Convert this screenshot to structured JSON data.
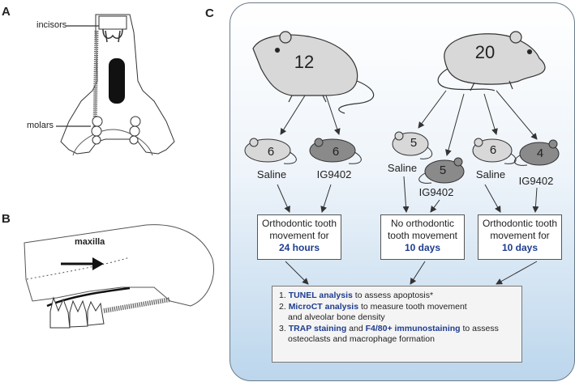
{
  "panels": {
    "a": "A",
    "b": "B",
    "c": "C"
  },
  "panel_a": {
    "incisors": "incisors",
    "molars": "molars"
  },
  "panel_b": {
    "maxilla": "maxilla"
  },
  "panel_c": {
    "parent_left": "12",
    "parent_right": "20",
    "groups": [
      {
        "count": "6",
        "label": "Saline"
      },
      {
        "count": "6",
        "label": "IG9402"
      },
      {
        "count": "5",
        "label": "Saline"
      },
      {
        "count": "5",
        "label": "IG9402"
      },
      {
        "count": "6",
        "label": "Saline"
      },
      {
        "count": "4",
        "label": "IG9402"
      }
    ],
    "boxes": [
      {
        "text": "Orthodontic tooth movement for",
        "duration": "24 hours"
      },
      {
        "text": "No orthodontic tooth movement",
        "duration": "10 days"
      },
      {
        "text": "Orthodontic tooth movement for",
        "duration": "10 days"
      }
    ],
    "steps": [
      {
        "num": "1.",
        "bold": "TUNEL analysis",
        "rest": " to assess apoptosis*"
      },
      {
        "num": "2.",
        "bold": "MicroCT analysis",
        "rest": " to measure tooth movement",
        "rest2": "and alveolar bone density"
      },
      {
        "num": "3.",
        "bold": "TRAP staining",
        "mid": " and ",
        "bold2": "F4/80+ immunostaining",
        "rest": " to assess",
        "rest2": "osteoclasts and macrophage formation"
      }
    ]
  },
  "colors": {
    "accent": "#1e3d8f",
    "mouse_light": "#d8d8d8",
    "mouse_dark": "#8a8a8a"
  }
}
